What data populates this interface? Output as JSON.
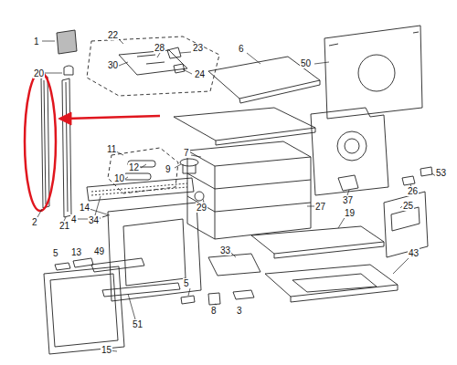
{
  "diagram": {
    "labels": [
      "1",
      "22",
      "28",
      "23",
      "30",
      "24",
      "6",
      "50",
      "20",
      "11",
      "12",
      "10",
      "7",
      "9",
      "34",
      "29",
      "27",
      "37",
      "53",
      "26",
      "25",
      "19",
      "14",
      "4",
      "2",
      "21",
      "5",
      "13",
      "49",
      "33",
      "43",
      "5",
      "8",
      "3",
      "51",
      "15"
    ]
  }
}
